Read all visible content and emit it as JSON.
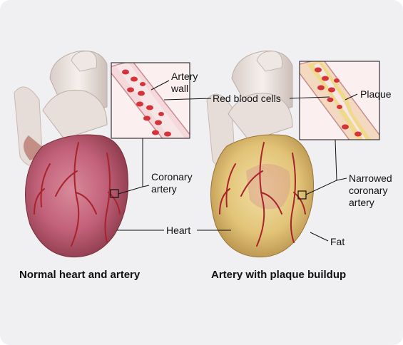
{
  "labels": {
    "artery_wall": "Artery\nwall",
    "red_blood_cells": "Red blood cells",
    "plaque": "Plaque",
    "coronary_artery": "Coronary\nartery",
    "narrowed_coronary_artery": "Narrowed\ncoronary\nartery",
    "heart": "Heart",
    "fat": "Fat"
  },
  "captions": {
    "normal": "Normal heart and artery",
    "plaque": "Artery with plaque buildup"
  },
  "colors": {
    "background": "#f0f0f3",
    "heart_normal": "#c9687a",
    "heart_fatty": "#e8cf86",
    "aorta": "#ece4df",
    "vessel": "#a8232c",
    "blood_cell": "#d6323a",
    "plaque": "#f0d98a"
  }
}
